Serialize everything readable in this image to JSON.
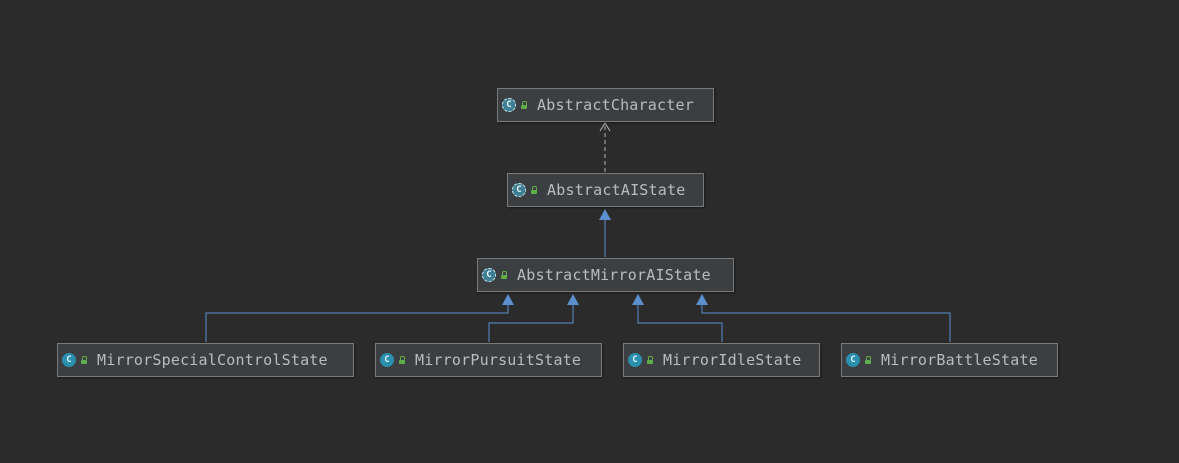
{
  "diagram": {
    "nodes": [
      {
        "id": "abstract-character",
        "label": "AbstractCharacter",
        "kind": "abstract-class",
        "visibility": "public"
      },
      {
        "id": "abstract-ai-state",
        "label": "AbstractAIState",
        "kind": "abstract-class",
        "visibility": "public"
      },
      {
        "id": "abstract-mirror-ai-state",
        "label": "AbstractMirrorAIState",
        "kind": "abstract-class",
        "visibility": "public"
      },
      {
        "id": "mirror-special-control-state",
        "label": "MirrorSpecialControlState",
        "kind": "class",
        "visibility": "public"
      },
      {
        "id": "mirror-pursuit-state",
        "label": "MirrorPursuitState",
        "kind": "class",
        "visibility": "public"
      },
      {
        "id": "mirror-idle-state",
        "label": "MirrorIdleState",
        "kind": "class",
        "visibility": "public"
      },
      {
        "id": "mirror-battle-state",
        "label": "MirrorBattleState",
        "kind": "class",
        "visibility": "public"
      }
    ],
    "edges": [
      {
        "from": "abstract-ai-state",
        "to": "abstract-character",
        "type": "dependency"
      },
      {
        "from": "abstract-mirror-ai-state",
        "to": "abstract-ai-state",
        "type": "extends"
      },
      {
        "from": "mirror-special-control-state",
        "to": "abstract-mirror-ai-state",
        "type": "extends"
      },
      {
        "from": "mirror-pursuit-state",
        "to": "abstract-mirror-ai-state",
        "type": "extends"
      },
      {
        "from": "mirror-idle-state",
        "to": "abstract-mirror-ai-state",
        "type": "extends"
      },
      {
        "from": "mirror-battle-state",
        "to": "abstract-mirror-ai-state",
        "type": "extends"
      }
    ],
    "icons": {
      "class": "class-c-icon",
      "abstract": "abstract-class-icon",
      "visibility": "public-lock-icon"
    },
    "colors": {
      "background": "#2b2b2b",
      "node_fill": "#3c3f41",
      "node_border": "#7a7a7a",
      "text": "#bbbbbb",
      "extends_edge": "#5b8fd0",
      "dependency_edge": "#b0b0b0",
      "class_icon": "#2a8fae",
      "lock_icon": "#5fae4a"
    }
  }
}
